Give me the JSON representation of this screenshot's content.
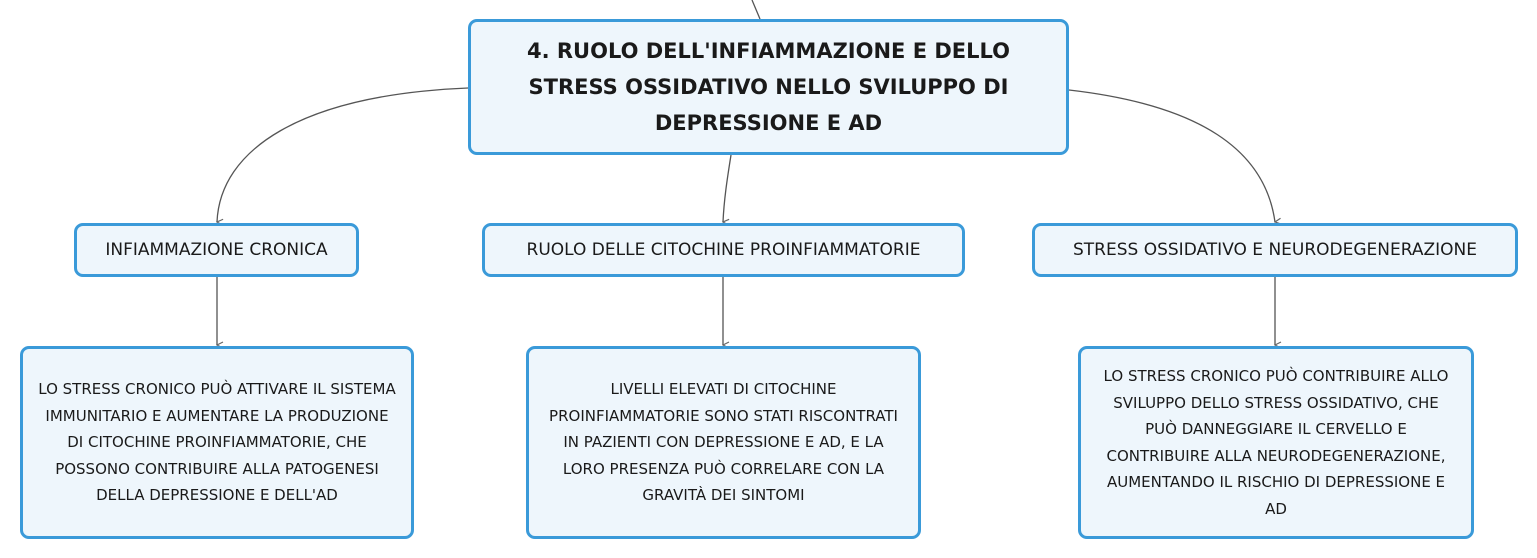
{
  "root": {
    "title": "4. RUOLO DELL'INFIAMMAZIONE E DELLO STRESS OSSIDATIVO NELLO SVILUPPO DI DEPRESSIONE E AD"
  },
  "topics": [
    {
      "label": "INFIAMMAZIONE CRONICA",
      "detail": "LO STRESS CRONICO PUÒ ATTIVARE IL SISTEMA IMMUNITARIO E AUMENTARE LA PRODUZIONE DI CITOCHINE PROINFIAMMATORIE, CHE POSSONO CONTRIBUIRE ALLA PATOGENESI DELLA DEPRESSIONE E DELL'AD"
    },
    {
      "label": "RUOLO DELLE CITOCHINE PROINFIAMMATORIE",
      "detail": "LIVELLI ELEVATI DI CITOCHINE PROINFIAMMATORIE SONO STATI RISCONTRATI IN PAZIENTI CON DEPRESSIONE E AD, E LA LORO PRESENZA PUÒ CORRELARE CON LA GRAVITÀ DEI SINTOMI"
    },
    {
      "label": "STRESS OSSIDATIVO E NEURODEGENERAZIONE",
      "detail": "LO STRESS CRONICO PUÒ CONTRIBUIRE ALLO SVILUPPO DELLO STRESS OSSIDATIVO, CHE PUÒ DANNEGGIARE IL CERVELLO E CONTRIBUIRE ALLA NEURODEGENERAZIONE, AUMENTANDO IL RISCHIO DI DEPRESSIONE E AD"
    }
  ],
  "colors": {
    "node_border": "#3a9ad9",
    "node_fill": "#eef6fc",
    "connector": "#555555"
  }
}
